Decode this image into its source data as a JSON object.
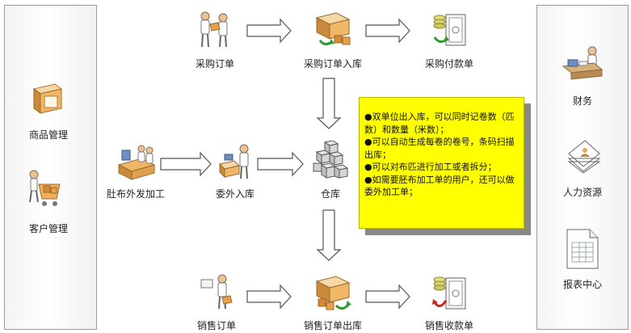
{
  "left_panel": {
    "items": [
      {
        "label": "商品管理",
        "icon": "goods-box-icon"
      },
      {
        "label": "客户管理",
        "icon": "customer-cart-icon"
      }
    ]
  },
  "right_panel": {
    "items": [
      {
        "label": "财务",
        "icon": "finance-desk-icon"
      },
      {
        "label": "人力资源",
        "icon": "hr-documents-icon"
      },
      {
        "label": "报表中心",
        "icon": "report-sheet-icon"
      }
    ]
  },
  "nodes": {
    "purchase_order": "采购订单",
    "purchase_in": "采购订单入库",
    "purchase_pay": "采购付款单",
    "outsource_process": "肚布外发加工",
    "outsource_in": "委外入库",
    "warehouse": "仓库",
    "sales_order": "销售订单",
    "sales_out": "销售订单出库",
    "sales_receipt": "销售收款单"
  },
  "note": {
    "items": [
      "●双单位出入库，可以同时记卷数（匹数）和数量（米数）；",
      "●可以自动生成每卷的卷号，条码扫描出库；",
      "●可以对布匹进行加工或者拆分；",
      "●如需要胚布加工单的用户，还可以做委外加工单；"
    ],
    "background": "#ffff00"
  },
  "colors": {
    "arrow_fill": "#ffffff",
    "arrow_stroke": "#555555",
    "panel_border": "#9a9a9a"
  }
}
